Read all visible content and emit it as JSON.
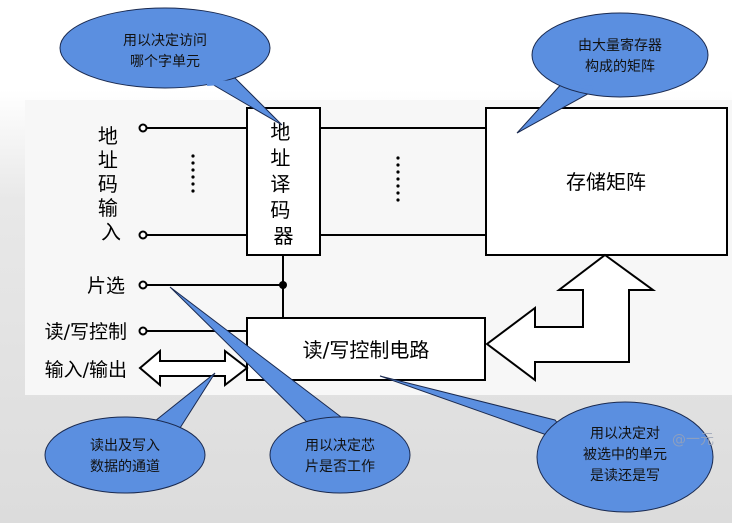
{
  "labels": {
    "address_input": [
      "地",
      "址",
      "码",
      "输",
      "入"
    ],
    "chip_select": "片选",
    "rw_control": "读/写控制",
    "io": "输入/输出"
  },
  "blocks": {
    "address_decoder": [
      "地",
      "址",
      "译",
      "码",
      "器"
    ],
    "storage_matrix": "存储矩阵",
    "rw_circuit": "读/写控制电路"
  },
  "callouts": {
    "decoder_note": [
      "用以决定访问",
      "哪个字单元"
    ],
    "matrix_note": [
      "由大量寄存器",
      "构成的矩阵"
    ],
    "io_note": [
      "读出及写入",
      "数据的通道"
    ],
    "cs_note": [
      "用以决定芯",
      "片是否工作"
    ],
    "rw_note": [
      "用以决定对",
      "被选中的单元",
      "是读还是写"
    ]
  },
  "watermark": "@一元",
  "colors": {
    "callout_fill": "#5b8fe0",
    "line": "#000000",
    "box_fill": "#ffffff"
  }
}
